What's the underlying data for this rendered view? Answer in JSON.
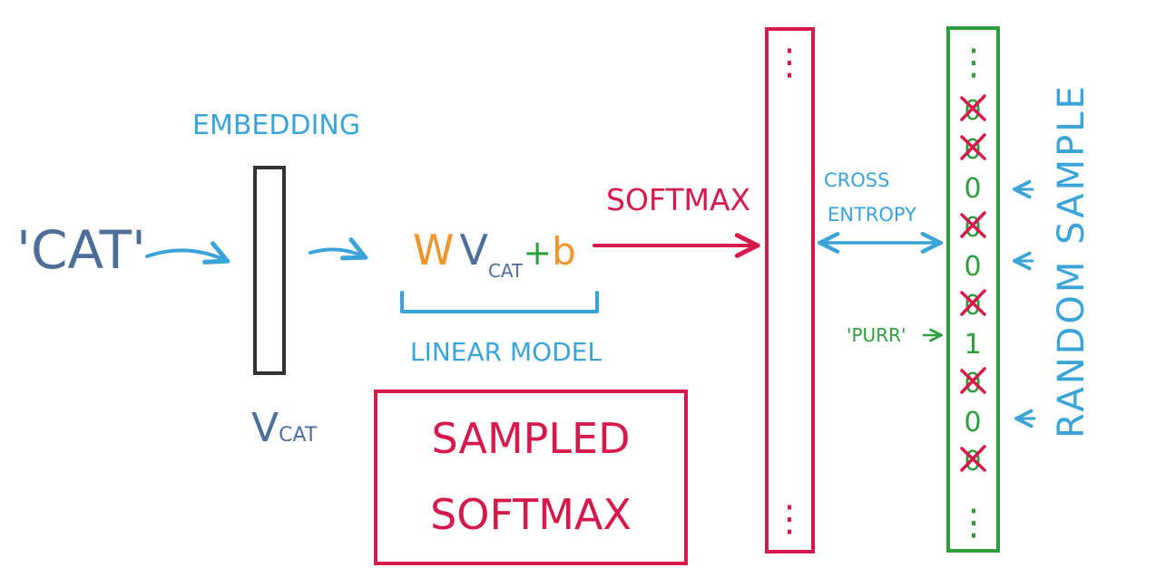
{
  "input_word": "'CAT'",
  "embedding_label": "EMBEDDING",
  "vcat": {
    "v": "V",
    "sub": "CAT"
  },
  "linear": {
    "w": "W",
    "v": "V",
    "sub": "CAT",
    "plus": "+",
    "b": "b",
    "label": "LINEAR MODEL"
  },
  "softmax_label": "SOFTMAX",
  "cross_entropy": {
    "line1": "CROSS",
    "line2": "ENTROPY"
  },
  "title": {
    "line1": "SAMPLED",
    "line2": "SOFTMAX"
  },
  "target_label": "'PURR'",
  "random_sample_label": "RANDOM SAMPLE",
  "ellipsis": "⋮",
  "target_vector": [
    {
      "value": "0",
      "crossed": true
    },
    {
      "value": "0",
      "crossed": true
    },
    {
      "value": "0",
      "crossed": false
    },
    {
      "value": "0",
      "crossed": true
    },
    {
      "value": "0",
      "crossed": false
    },
    {
      "value": "0",
      "crossed": true
    },
    {
      "value": "1",
      "crossed": false
    },
    {
      "value": "0",
      "crossed": true
    },
    {
      "value": "0",
      "crossed": false
    },
    {
      "value": "0",
      "crossed": true
    }
  ],
  "colors": {
    "blue": "#3aa3d8",
    "slate": "#4c6e99",
    "red": "#d51a4b",
    "green": "#2e9e3d",
    "orange": "#f0952b",
    "dark": "#333333"
  }
}
